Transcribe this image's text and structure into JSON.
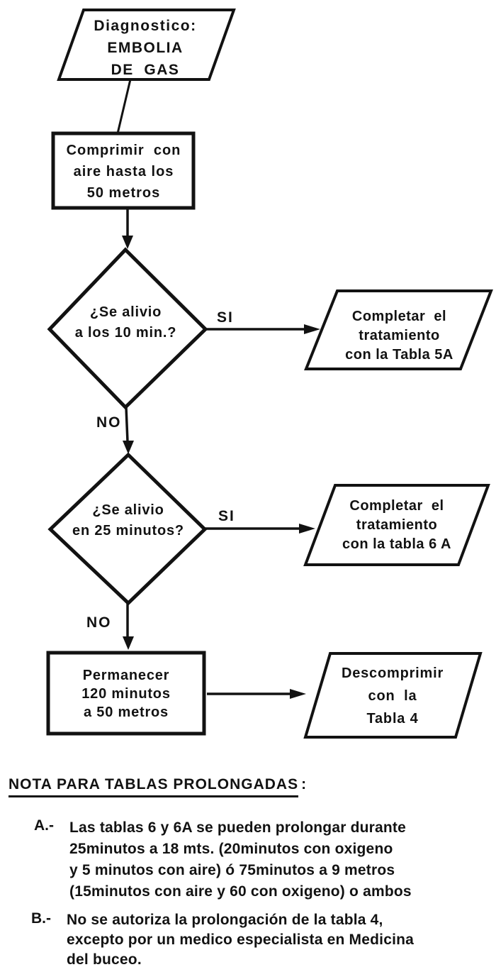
{
  "colors": {
    "ink": "#121212",
    "paper": "#ffffff"
  },
  "flowchart": {
    "start": {
      "lines": [
        "Diagnostico:",
        "EMBOLIA",
        "DE  GAS"
      ]
    },
    "process1": {
      "lines": [
        "Comprimir  con",
        "aire hasta los",
        "50 metros"
      ]
    },
    "decision1": {
      "lines": [
        "¿Se alivio",
        "a los 10 min.?"
      ]
    },
    "output1": {
      "lines": [
        "Completar  el",
        "tratamiento",
        "con la Tabla 5A"
      ]
    },
    "decision2": {
      "lines": [
        "¿Se alivio",
        "en 25 minutos?"
      ]
    },
    "output2": {
      "lines": [
        "Completar  el",
        "tratamiento",
        "con la tabla 6 A"
      ]
    },
    "process2": {
      "lines": [
        "Permanecer",
        "120 minutos",
        "a 50 metros"
      ]
    },
    "output3": {
      "lines": [
        "Descomprimir",
        "con  la",
        "Tabla 4"
      ]
    },
    "labels": {
      "yes1": "SI",
      "no1": "NO",
      "yes2": "SI",
      "no2": "NO"
    }
  },
  "notes": {
    "heading": "NOTA PARA TABLAS PROLONGADAS",
    "heading_colon": ":",
    "item_a": {
      "label": "A.-",
      "lines": [
        "Las tablas 6 y 6A se pueden prolongar durante",
        "25minutos a 18 mts. (20minutos con oxigeno",
        "y 5 minutos con aire) ó 75minutos a 9 metros",
        "(15minutos con aire y 60 con oxigeno) o ambos"
      ]
    },
    "item_b": {
      "label": "B.-",
      "lines": [
        "No se autoriza la prolongación de la tabla 4,",
        "excepto por un medico especialista en Medicina",
        "del buceo."
      ]
    }
  }
}
